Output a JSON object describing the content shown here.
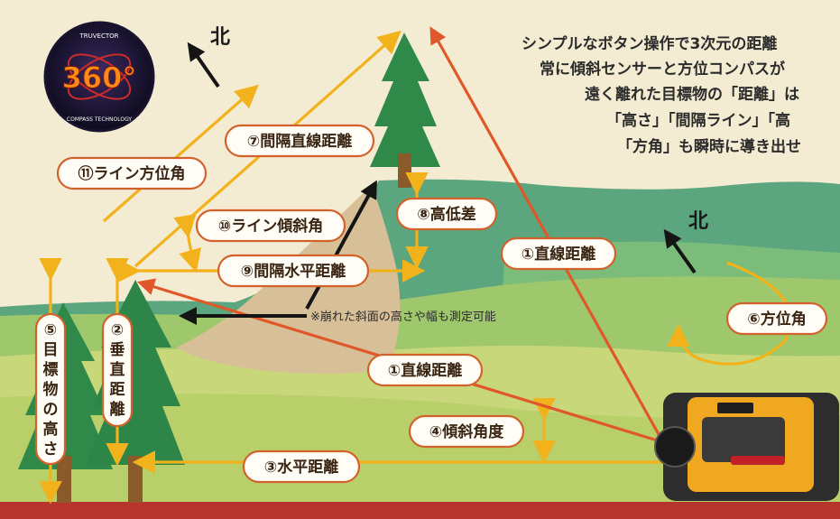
{
  "headline": [
    "シンプルなボタン操作で3次元の距離",
    "常に傾斜センサーと方位コンパスが",
    "遠く離れた目標物の「距離」は",
    "「高さ」「間隔ライン」「高",
    "「方角」も瞬時に導き出せ"
  ],
  "north_label": "北",
  "logo": {
    "top_text": "TRUVECTOR",
    "center": "360°",
    "bottom_text": "COMPASS TECHNOLOGY"
  },
  "labels": {
    "line_distance": "①直線距離",
    "vertical_distance": "②垂直距離",
    "horizontal_distance": "③水平距離",
    "incline_angle": "④傾斜角度",
    "target_height": "⑤目標物の高さ",
    "azimuth": "⑥方位角",
    "interval_line_distance": "⑦間隔直線距離",
    "height_difference": "⑧高低差",
    "interval_horizontal_distance": "⑨間隔水平距離",
    "line_incline_angle": "⑩ライン傾斜角",
    "line_azimuth": "⑪ライン方位角"
  },
  "vertical_labels": {
    "target_height": [
      "⑤",
      "目",
      "標",
      "物",
      "の",
      "高",
      "さ"
    ],
    "vertical_distance": [
      "②",
      "垂",
      "直",
      "距",
      "離"
    ]
  },
  "note": "※崩れた斜面の高さや幅も測定可能",
  "colors": {
    "measure_line": "#e0582a",
    "aux_line": "#f2b21c",
    "pill_border": "#d2622c",
    "sky": "#f4ecd2"
  }
}
